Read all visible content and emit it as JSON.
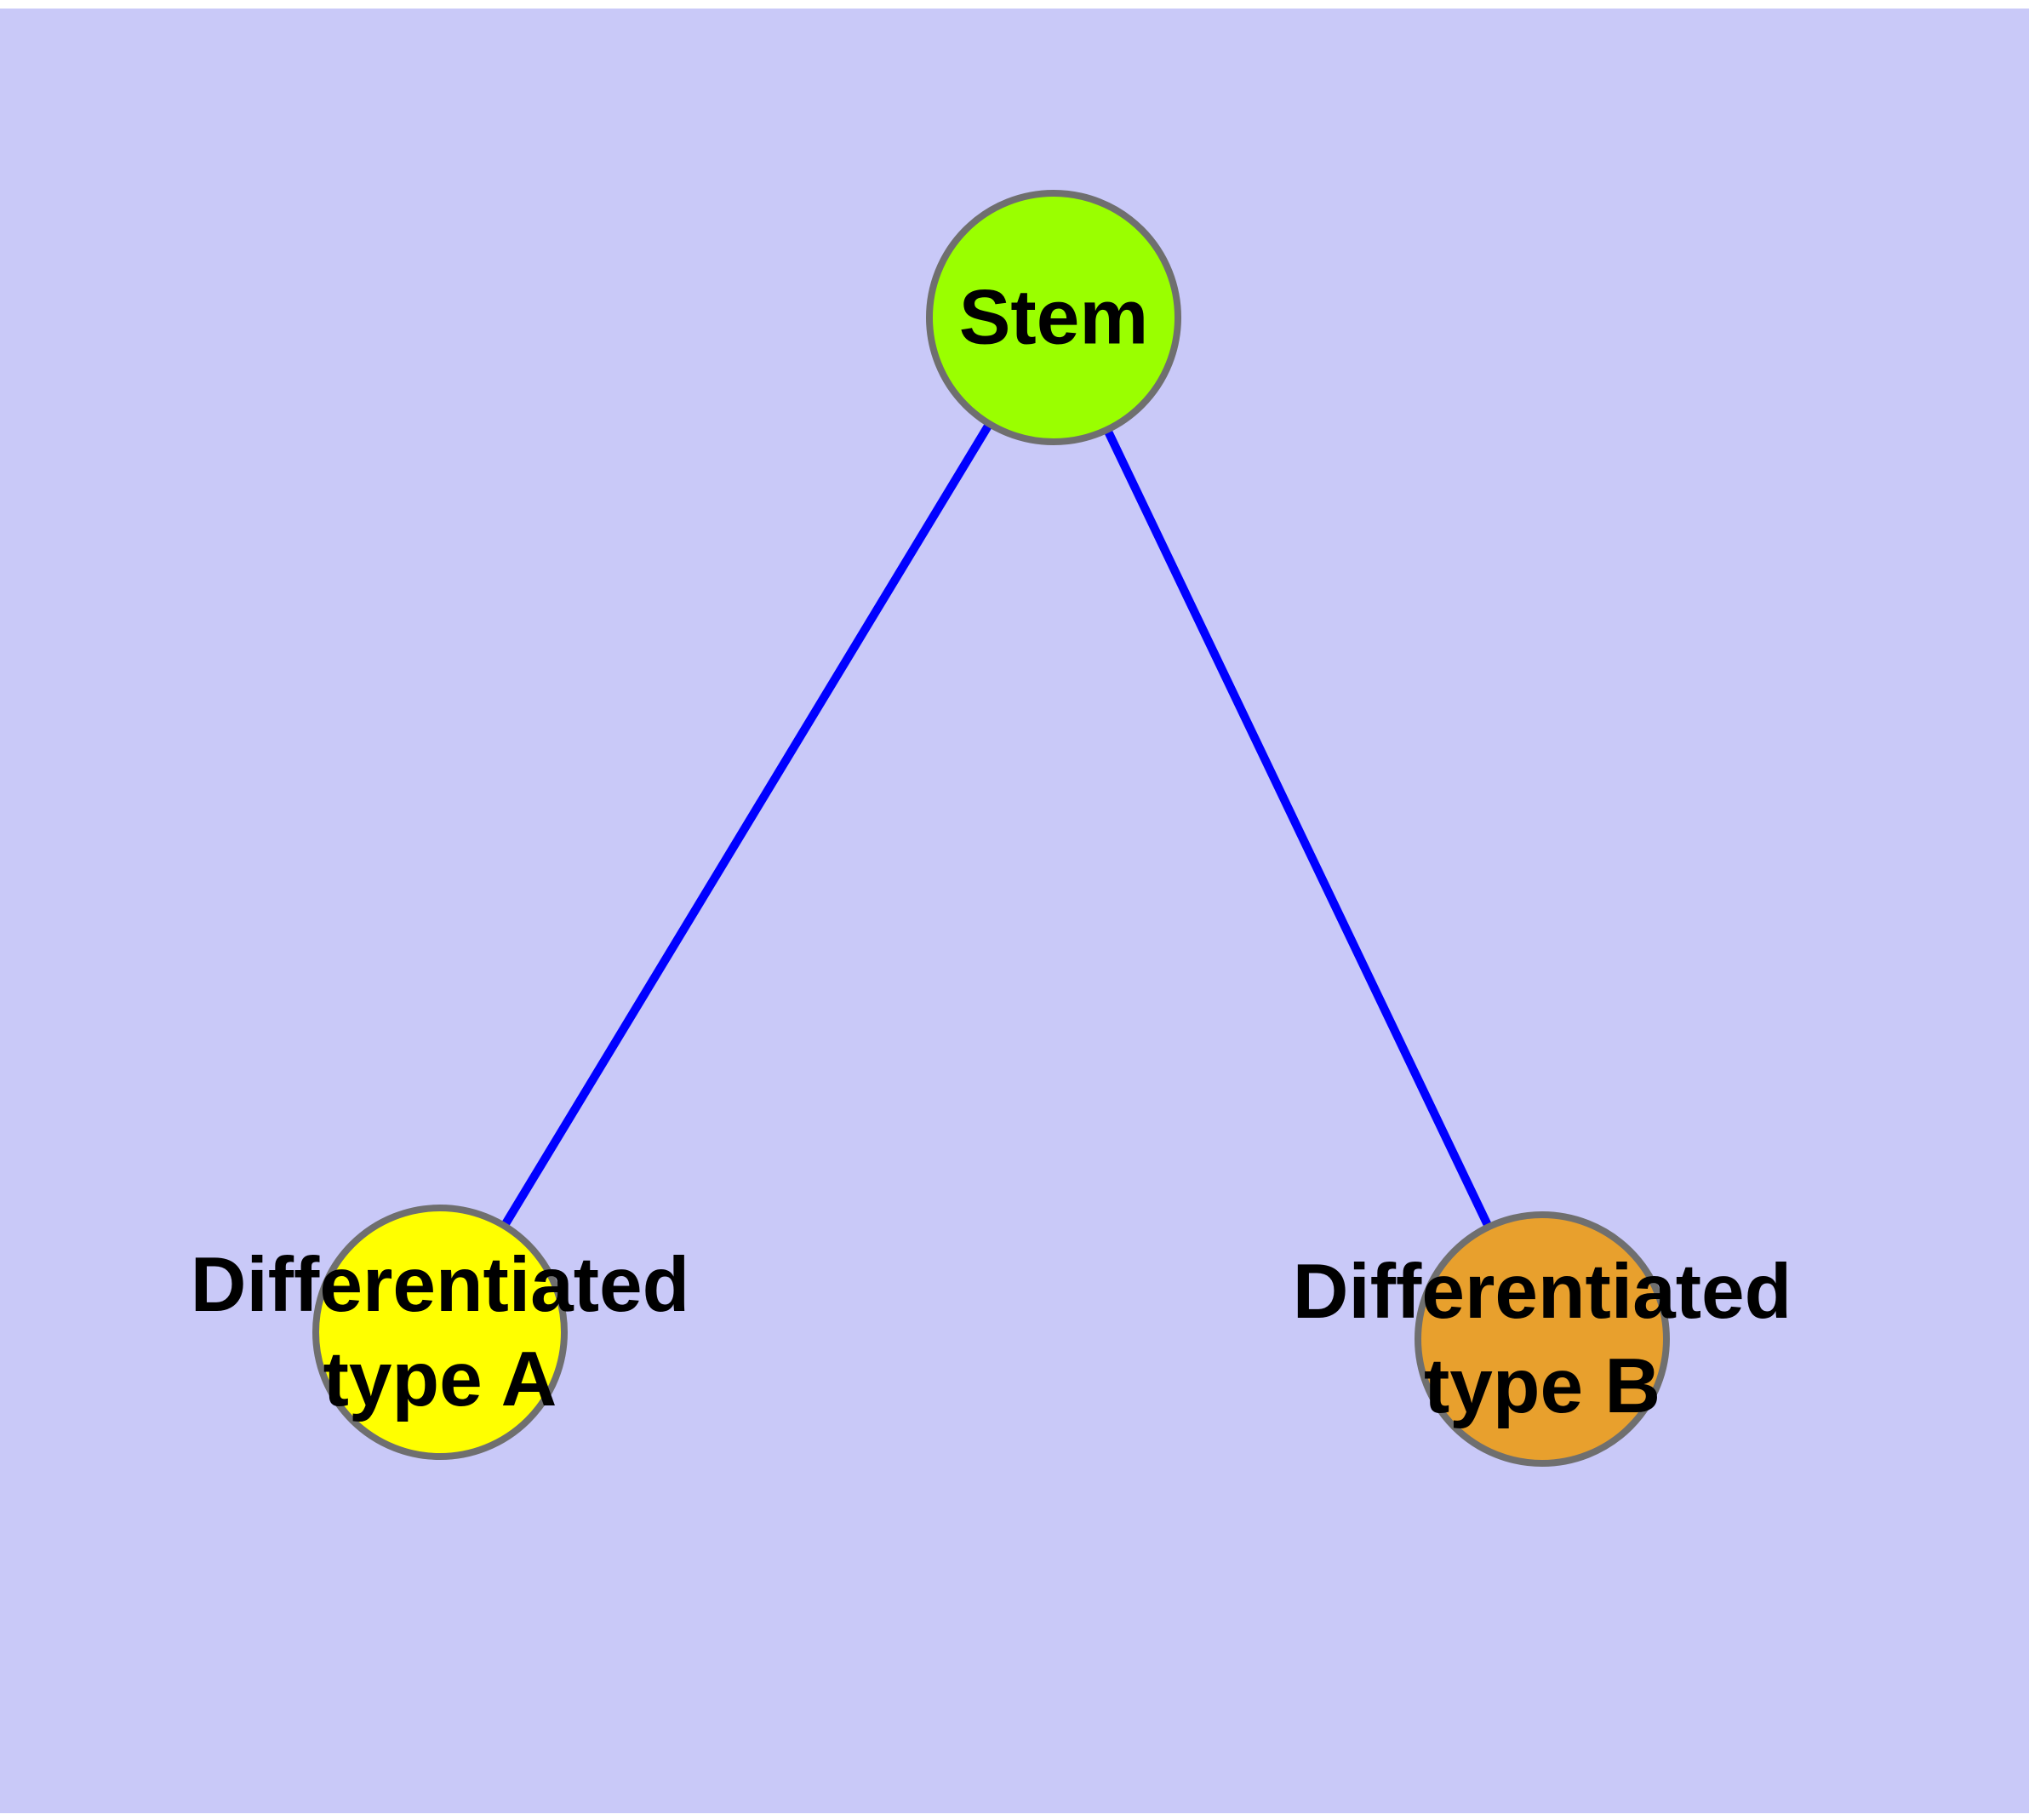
{
  "diagram": {
    "type": "node-link-graph",
    "plot_background_color": "#C9C9F8",
    "page_background_color": "#FFFFFF",
    "edge_color": "#0000FF",
    "node_border_color": "#6F6F6F",
    "label_color": "#000000",
    "nodes": [
      {
        "id": "stem",
        "label": "Stem",
        "fill": "#9AFF00",
        "position": "top-center"
      },
      {
        "id": "type-a",
        "label": "Differentiated\ntype A",
        "fill": "#FFFF00",
        "position": "bottom-left"
      },
      {
        "id": "type-b",
        "label": "Differentiated\ntype B",
        "fill": "#E8A02D",
        "position": "bottom-right"
      }
    ],
    "edges": [
      {
        "from": "Stem",
        "to": "Differentiated type A"
      },
      {
        "from": "Stem",
        "to": "Differentiated type B"
      }
    ]
  }
}
